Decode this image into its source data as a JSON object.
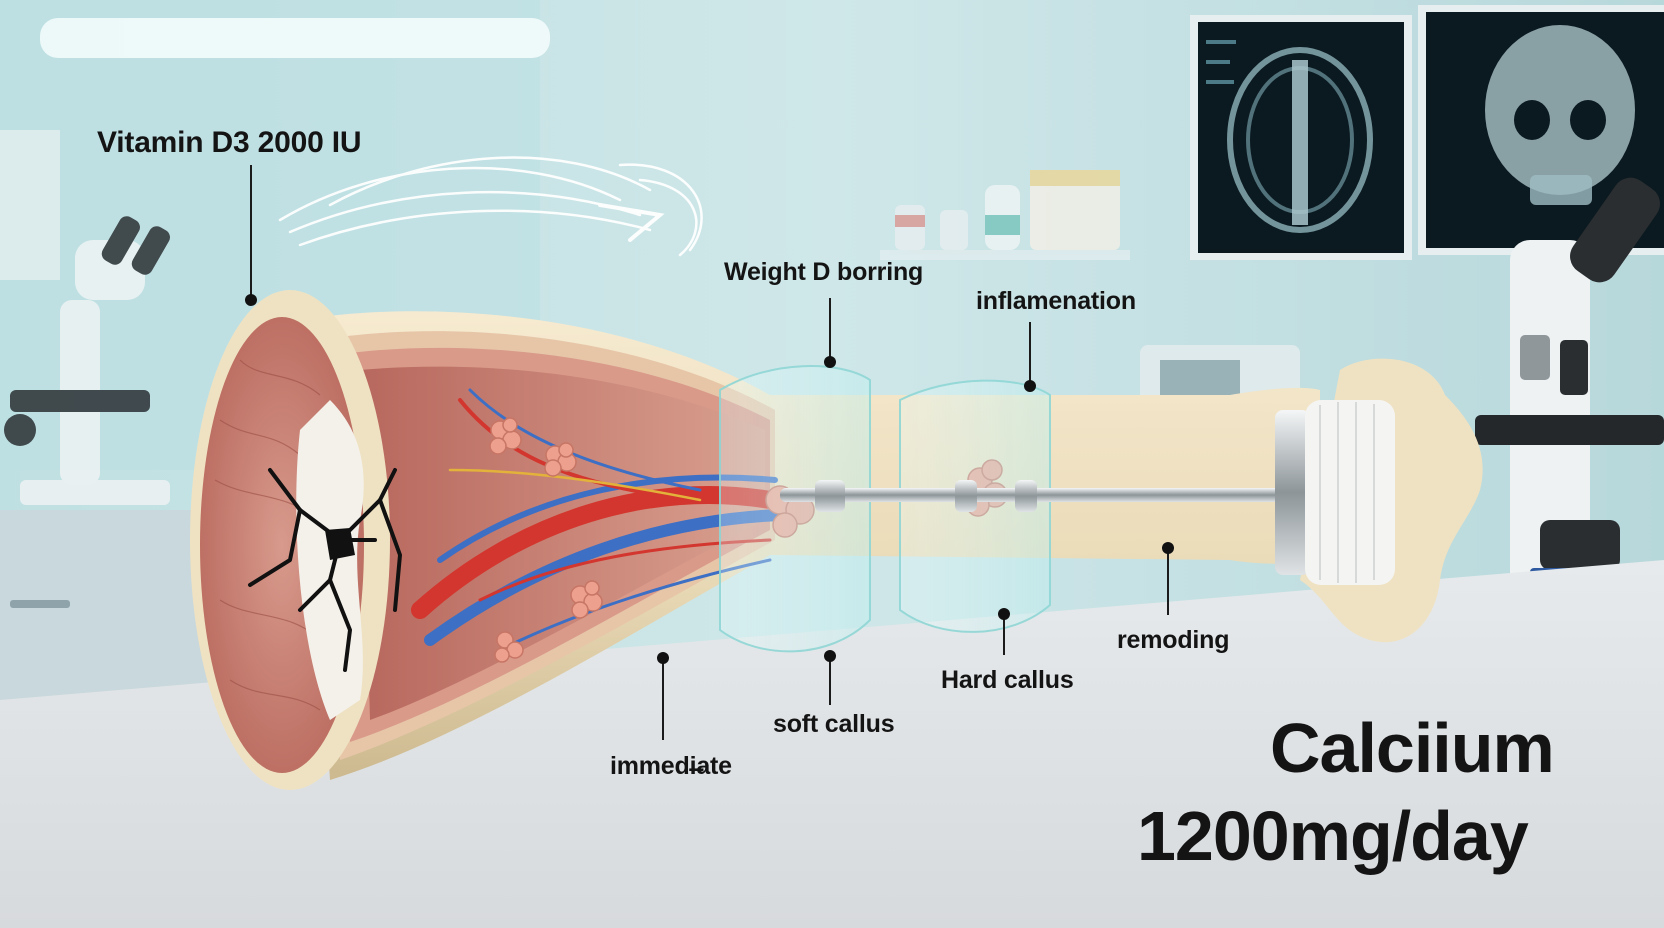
{
  "labels": {
    "vitamin": "Vitamin D3 2000 IU",
    "weight": "Weight D borring",
    "inflamenation": "inflamenation",
    "soft_callus": "soft callus",
    "hard_callus": "Hard callus",
    "remoding": "remoding",
    "immediate": "immedi⁠̶ate"
  },
  "calcium": {
    "line1": "Calciium",
    "line2": "1200mg/day"
  },
  "colors": {
    "wall": "#cfe6e8",
    "counter": "#e9ecee",
    "bone": "#efe2c4",
    "marrow": "#c98a7e",
    "artery": "#d3362e",
    "vein": "#3d6fc4",
    "text": "#141414"
  }
}
